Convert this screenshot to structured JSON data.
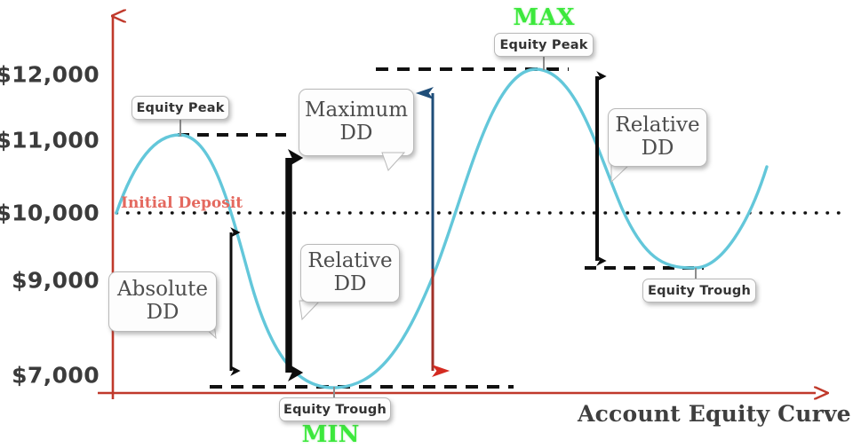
{
  "chart_data": {
    "type": "line",
    "title": "Account Equity Curve",
    "xlabel": "Account Equity Curve",
    "ylabel": "",
    "grid": false,
    "legend_position": "none",
    "ytick_labels": [
      "$12,000",
      "$11,000",
      "$10,000",
      "$9,000",
      "$7,000"
    ],
    "ytick_values": [
      12000,
      11000,
      10000,
      9000,
      7000
    ],
    "ylim": [
      6600,
      12600
    ],
    "reference_lines": [
      {
        "name": "initial-deposit-line",
        "label": "Initial Deposit",
        "value": 10000,
        "style": "dotted",
        "color": "#111111"
      },
      {
        "name": "first-equity-peak-line",
        "value": 11000,
        "style": "dashed",
        "color": "#111111"
      },
      {
        "name": "max-equity-peak-line",
        "value": 12000,
        "style": "dashed",
        "color": "#111111"
      },
      {
        "name": "min-equity-trough-line",
        "value": 7000,
        "style": "dashed",
        "color": "#111111"
      },
      {
        "name": "second-equity-trough-line",
        "value": 9150,
        "style": "dashed",
        "color": "#111111"
      }
    ],
    "series": [
      {
        "name": "Account Equity Curve",
        "color": "#63c7da",
        "points": [
          {
            "x": 0,
            "y": 10000,
            "note": "start / initial deposit"
          },
          {
            "x": 10,
            "y": 11000,
            "note": "equity peak"
          },
          {
            "x": 35,
            "y": 7000,
            "note": "equity trough (MIN)"
          },
          {
            "x": 67,
            "y": 12000,
            "note": "equity peak (MAX)"
          },
          {
            "x": 89,
            "y": 9150,
            "note": "equity trough"
          },
          {
            "x": 100,
            "y": 10700,
            "note": "end"
          }
        ]
      }
    ],
    "annotations": [
      {
        "name": "absolute-dd",
        "label": "Absolute DD",
        "from": 10000,
        "to": 7000,
        "amount": 3000
      },
      {
        "name": "maximum-dd",
        "label": "Maximum DD",
        "from": 11000,
        "to": 7000,
        "amount": 4000
      },
      {
        "name": "relative-dd-left",
        "label": "Relative DD",
        "from": 11000,
        "to": 7000,
        "amount": 4000
      },
      {
        "name": "relative-dd-right",
        "label": "Relative DD",
        "from": 12000,
        "to": 9150,
        "amount": 2850
      },
      {
        "name": "max-range",
        "label": "MAX",
        "from": 12000,
        "to": 7000
      },
      {
        "name": "min-marker",
        "label": "MIN",
        "value": 7000
      }
    ]
  },
  "axis": {
    "y_ticks": [
      {
        "label": "$12,000"
      },
      {
        "label": "$11,000"
      },
      {
        "label": "$10,000"
      },
      {
        "label": "$9,000"
      },
      {
        "label": "$7,000"
      }
    ],
    "x_title": "Account Equity Curve",
    "axis_color": "#c0392b"
  },
  "labels": {
    "initial_deposit": "Initial Deposit",
    "max": "MAX",
    "min": "MIN"
  },
  "callouts": {
    "equity_peak_left": "Equity Peak",
    "equity_peak_max": "Equity Peak",
    "equity_trough_min": "Equity Trough",
    "equity_trough_right": "Equity Trough",
    "maximum_dd_line1": "Maximum",
    "maximum_dd_line2": "DD",
    "relative_dd_left_line1": "Relative",
    "relative_dd_left_line2": "DD",
    "relative_dd_right_line1": "Relative",
    "relative_dd_right_line2": "DD",
    "absolute_dd_line1": "Absolute",
    "absolute_dd_line2": "DD"
  },
  "colors": {
    "curve": "#63c7da",
    "axis_red": "#c0392b",
    "green_text": "#3ce83c",
    "deposit_text": "#e4695f",
    "arrow_black": "#0d0d0d",
    "arrow_navy": "#1f4e79",
    "arrow_red": "#d42a20",
    "callout_bg": "#fdfdfd",
    "callout_border": "#b9b9b9"
  }
}
